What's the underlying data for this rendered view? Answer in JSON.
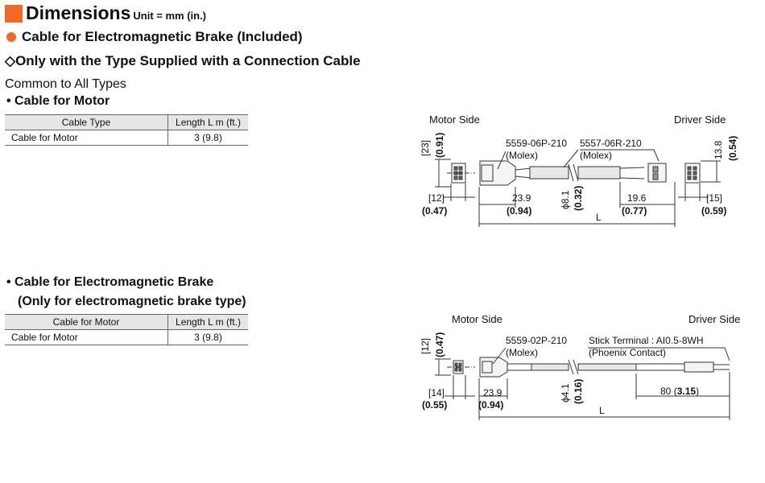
{
  "header": {
    "title": "Dimensions",
    "unit": "Unit = mm (in.)"
  },
  "section_brake_cable": "Cable for Electromagnetic Brake (Included)",
  "section_connection": "◇Only with the Type Supplied with a Connection Cable",
  "common_label": "Common to All Types",
  "motor_cable": {
    "heading": "Cable for Motor",
    "table": {
      "headers": [
        "Cable Type",
        "Length L m (ft.)"
      ],
      "rows": [
        [
          "Cable for Motor",
          "3 (9.8)"
        ]
      ]
    },
    "drawing": {
      "motor_side": "Motor Side",
      "driver_side": "Driver Side",
      "conn1": "5559-06P-210",
      "conn1_mfr": "(Molex)",
      "conn2": "5557-06R-210",
      "conn2_mfr": "(Molex)",
      "h_mm": "[23]",
      "h_in": "(0.91)",
      "w12_mm": "[12]",
      "w12_in": "(0.47)",
      "d239_mm": "23.9",
      "d239_in": "(0.94)",
      "phi_mm": "ϕ8.1",
      "phi_in": "(0.32)",
      "d196_mm": "19.6",
      "d196_in": "(0.77)",
      "w15_mm": "[15]",
      "w15_in": "(0.59)",
      "h138_mm": "13.8",
      "h138_in": "(0.54)",
      "length": "L"
    }
  },
  "brake_cable": {
    "heading": "Cable for Electromagnetic Brake",
    "subheading": "(Only for electromagnetic brake type)",
    "table": {
      "headers": [
        "Cable for Motor",
        "Length L m (ft.)"
      ],
      "rows": [
        [
          "Cable for Motor",
          "3 (9.8)"
        ]
      ]
    },
    "drawing": {
      "motor_side": "Motor Side",
      "driver_side": "Driver Side",
      "conn1": "5559-02P-210",
      "conn1_mfr": "(Molex)",
      "terminal": "Stick Terminal : AI0.5-8WH",
      "terminal_mfr": "(Phoenix Contact)",
      "h_mm": "[12]",
      "h_in": "(0.47)",
      "w14_mm": "[14]",
      "w14_in": "(0.55)",
      "d239_mm": "23.9",
      "d239_in": "(0.94)",
      "phi_mm": "ϕ4.1",
      "phi_in": "(0.16)",
      "d80_mm": "80",
      "d80_in": "3.15",
      "length": "L"
    }
  }
}
